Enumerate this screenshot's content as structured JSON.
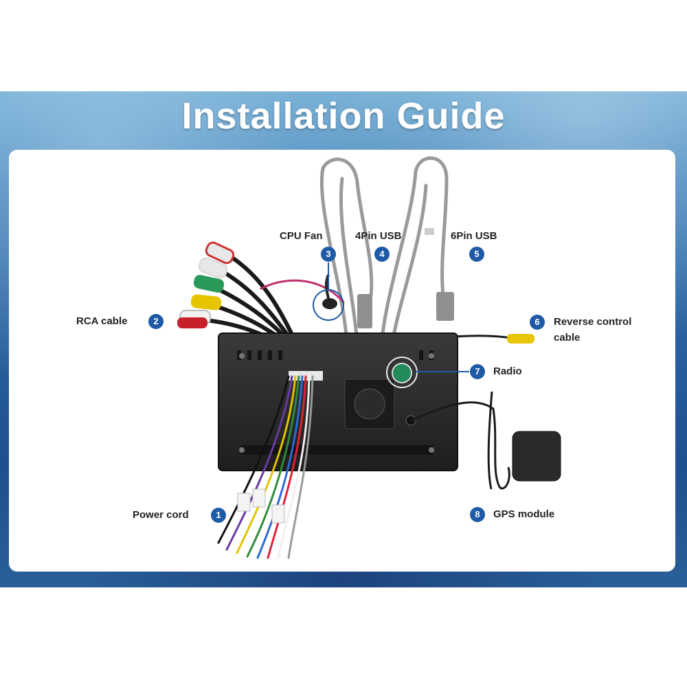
{
  "title": "Installation Guide",
  "labels": [
    {
      "num": "1",
      "text": "Power cord"
    },
    {
      "num": "2",
      "text": "RCA cable"
    },
    {
      "num": "3",
      "text": "CPU Fan"
    },
    {
      "num": "4",
      "text": "4Pin USB"
    },
    {
      "num": "5",
      "text": "6Pin USB"
    },
    {
      "num": "6",
      "text": "Reverse control",
      "text2": "cable"
    },
    {
      "num": "7",
      "text": "Radio"
    },
    {
      "num": "8",
      "text": "GPS module"
    }
  ],
  "colors": {
    "accent": "#1f5aa6",
    "panel": "#2a2a2a",
    "title_text": "#ffffff"
  }
}
